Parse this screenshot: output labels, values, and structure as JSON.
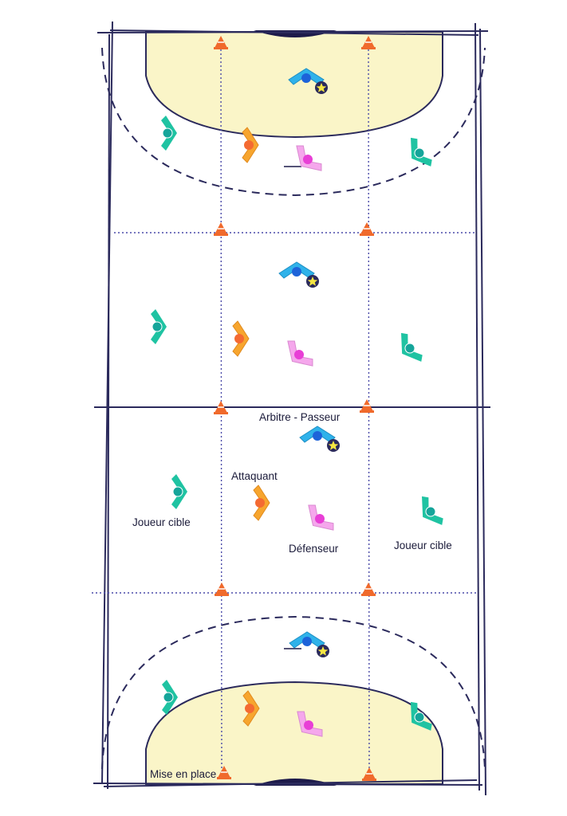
{
  "labels": {
    "referee_passer": "Arbitre - Passeur",
    "attacker": "Attaquant",
    "target_player_left": "Joueur cible",
    "defender": "Défenseur",
    "target_player_right": "Joueur cible",
    "setup": "Mise en place"
  },
  "colors": {
    "line": "#2b2a5c",
    "goal_area": "#faf5c8",
    "cone": "#f06a2c",
    "divider": "#4a4aa8",
    "referee": "#2fb2ea",
    "referee_dot": "#1d63d9",
    "star": "#f5e642",
    "target": "#1fc3a2",
    "target_dot": "#15a59a",
    "attacker": "#f7a52e",
    "attacker_dot": "#f46a32",
    "defender": "#f5a7ec",
    "defender_dot": "#e83fd6"
  },
  "icons": {
    "cone": "training-cone-icon",
    "player": "player-marker-icon",
    "star": "star-icon"
  }
}
